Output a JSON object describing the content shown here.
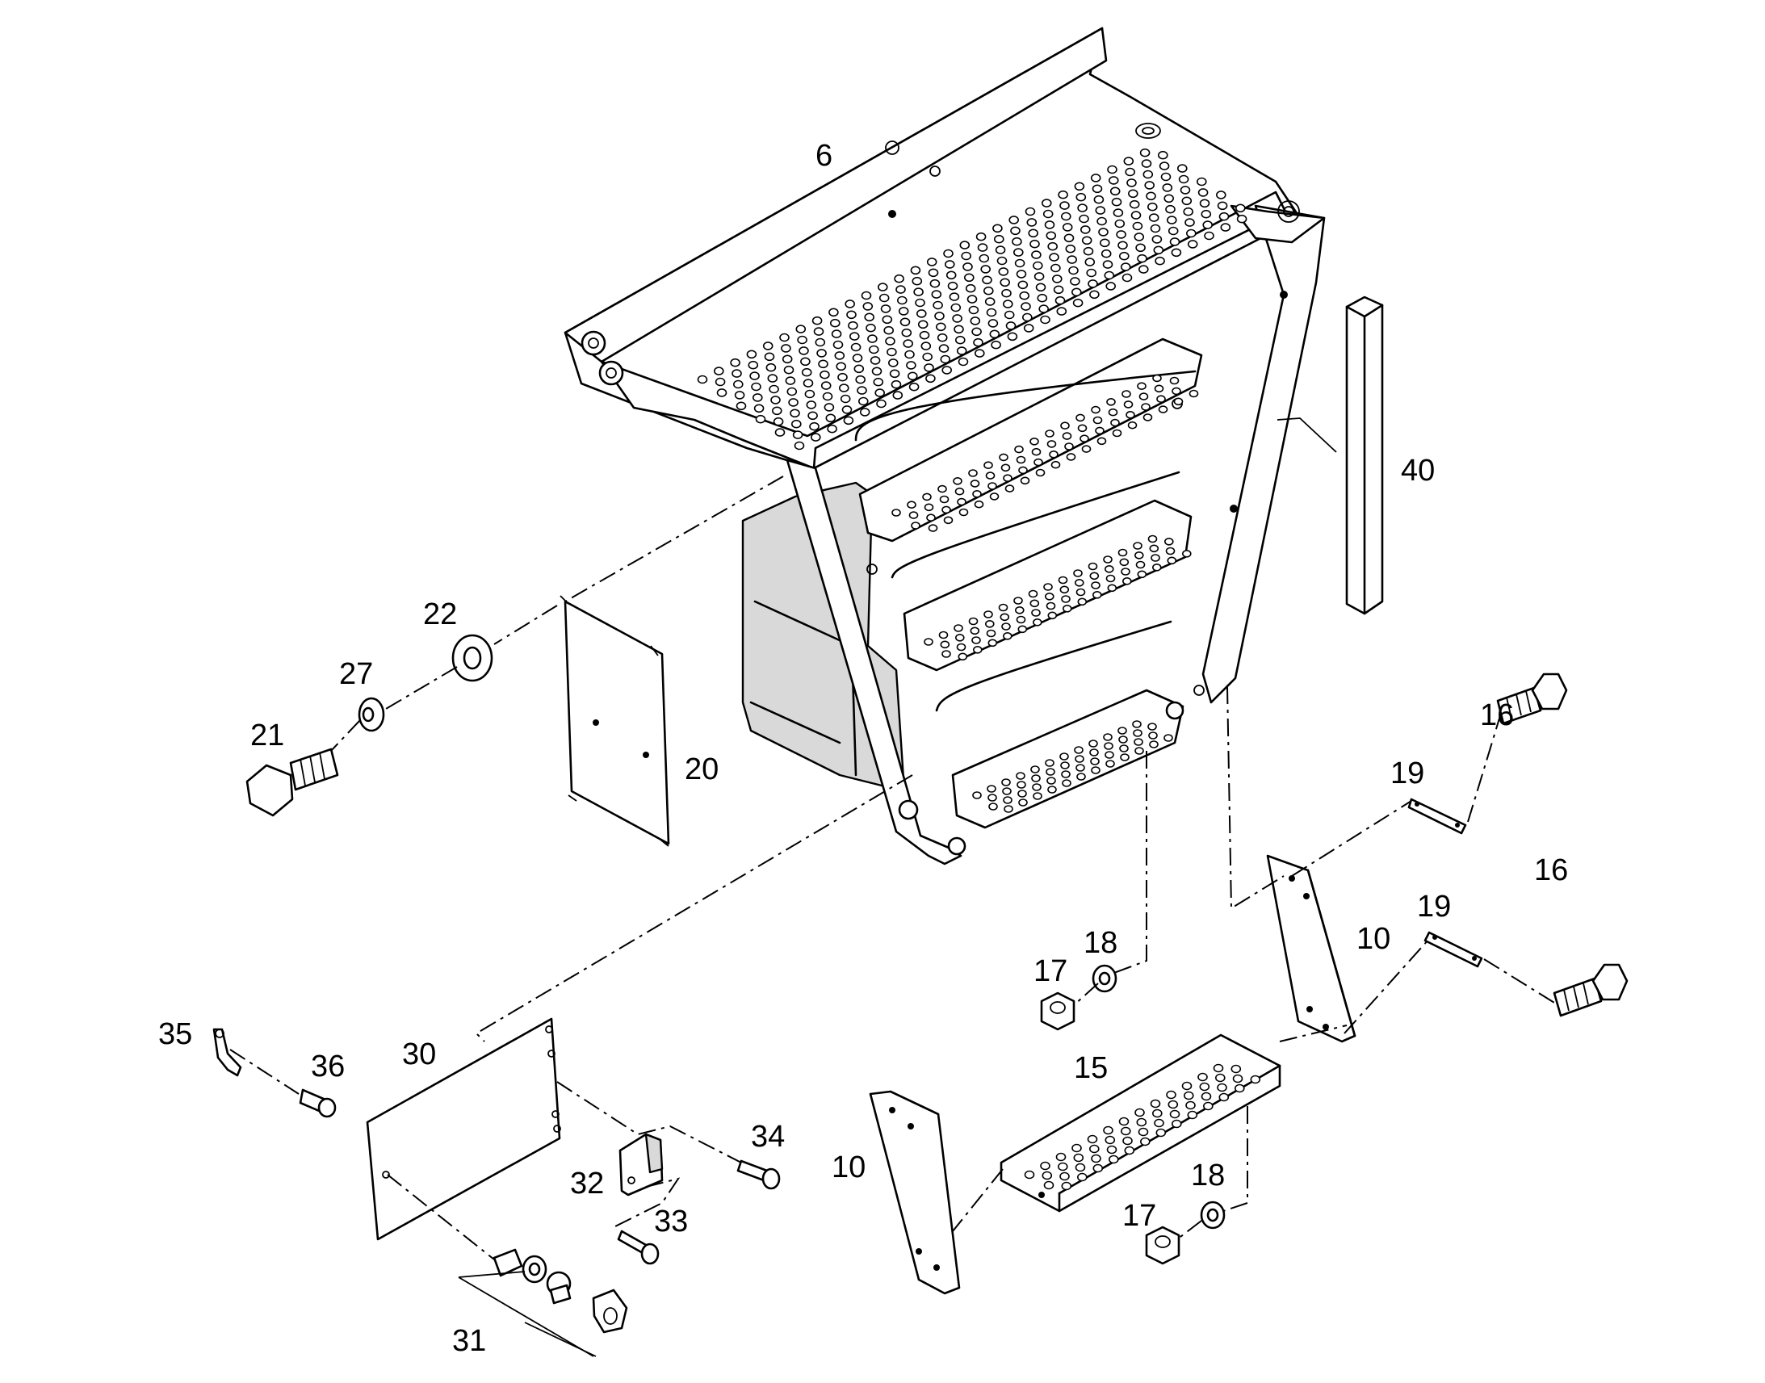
{
  "callouts": {
    "c6": "6",
    "c40": "40",
    "c22": "22",
    "c27": "27",
    "c21": "21",
    "c20": "20",
    "c16a": "16",
    "c19a": "19",
    "c16b": "16",
    "c19b": "19",
    "c10a": "10",
    "c18a": "18",
    "c17a": "17",
    "c15": "15",
    "c35": "35",
    "c36": "36",
    "c30": "30",
    "c34": "34",
    "c32": "32",
    "c33": "33",
    "c31": "31",
    "c10b": "10",
    "c17b": "17",
    "c18b": "18"
  },
  "icons": {
    "tread_perforation": "perforated-tread-holes"
  }
}
